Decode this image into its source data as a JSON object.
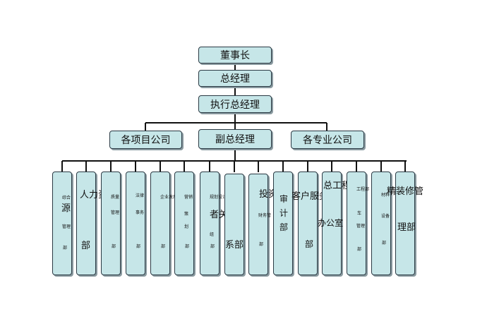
{
  "org": {
    "chairman": "董事长",
    "gm": "总经理",
    "exec_gm": "执行总经理",
    "project_companies": "各项目公司",
    "deputy_gm": "副总经理",
    "specialty_companies": "各专业公司"
  },
  "departments": [
    {
      "id": "d1",
      "lines": [
        "综合",
        "源",
        "管理",
        "部"
      ]
    },
    {
      "id": "d2",
      "lines": [
        "人力资",
        "部"
      ]
    },
    {
      "id": "d3",
      "lines": [
        "质量",
        "管理",
        "部"
      ]
    },
    {
      "id": "d4",
      "lines": [
        "法律",
        "事务",
        "部"
      ]
    },
    {
      "id": "d5",
      "lines": [
        "企业发展",
        "部"
      ]
    },
    {
      "id": "d6",
      "lines": [
        "营销",
        "策",
        "划",
        "部"
      ]
    },
    {
      "id": "d7",
      "lines": [
        "规划设计",
        "者关",
        "组",
        "部"
      ]
    },
    {
      "id": "d8",
      "lines": [
        "系部"
      ]
    },
    {
      "id": "d9",
      "lines": [
        "投资",
        "财务管",
        "部"
      ]
    },
    {
      "id": "d10",
      "lines": [
        "审",
        "计",
        "部"
      ]
    },
    {
      "id": "d11",
      "lines": [
        "客户服务",
        "部"
      ]
    },
    {
      "id": "d12",
      "lines": [
        "总工程师",
        "办公室"
      ]
    },
    {
      "id": "d13",
      "lines": [
        "工程部",
        "车",
        "管理",
        "部"
      ]
    },
    {
      "id": "d14",
      "lines": [
        "材料",
        "设备",
        "部"
      ]
    },
    {
      "id": "d15",
      "lines": [
        "精装修管",
        "理部"
      ]
    }
  ]
}
